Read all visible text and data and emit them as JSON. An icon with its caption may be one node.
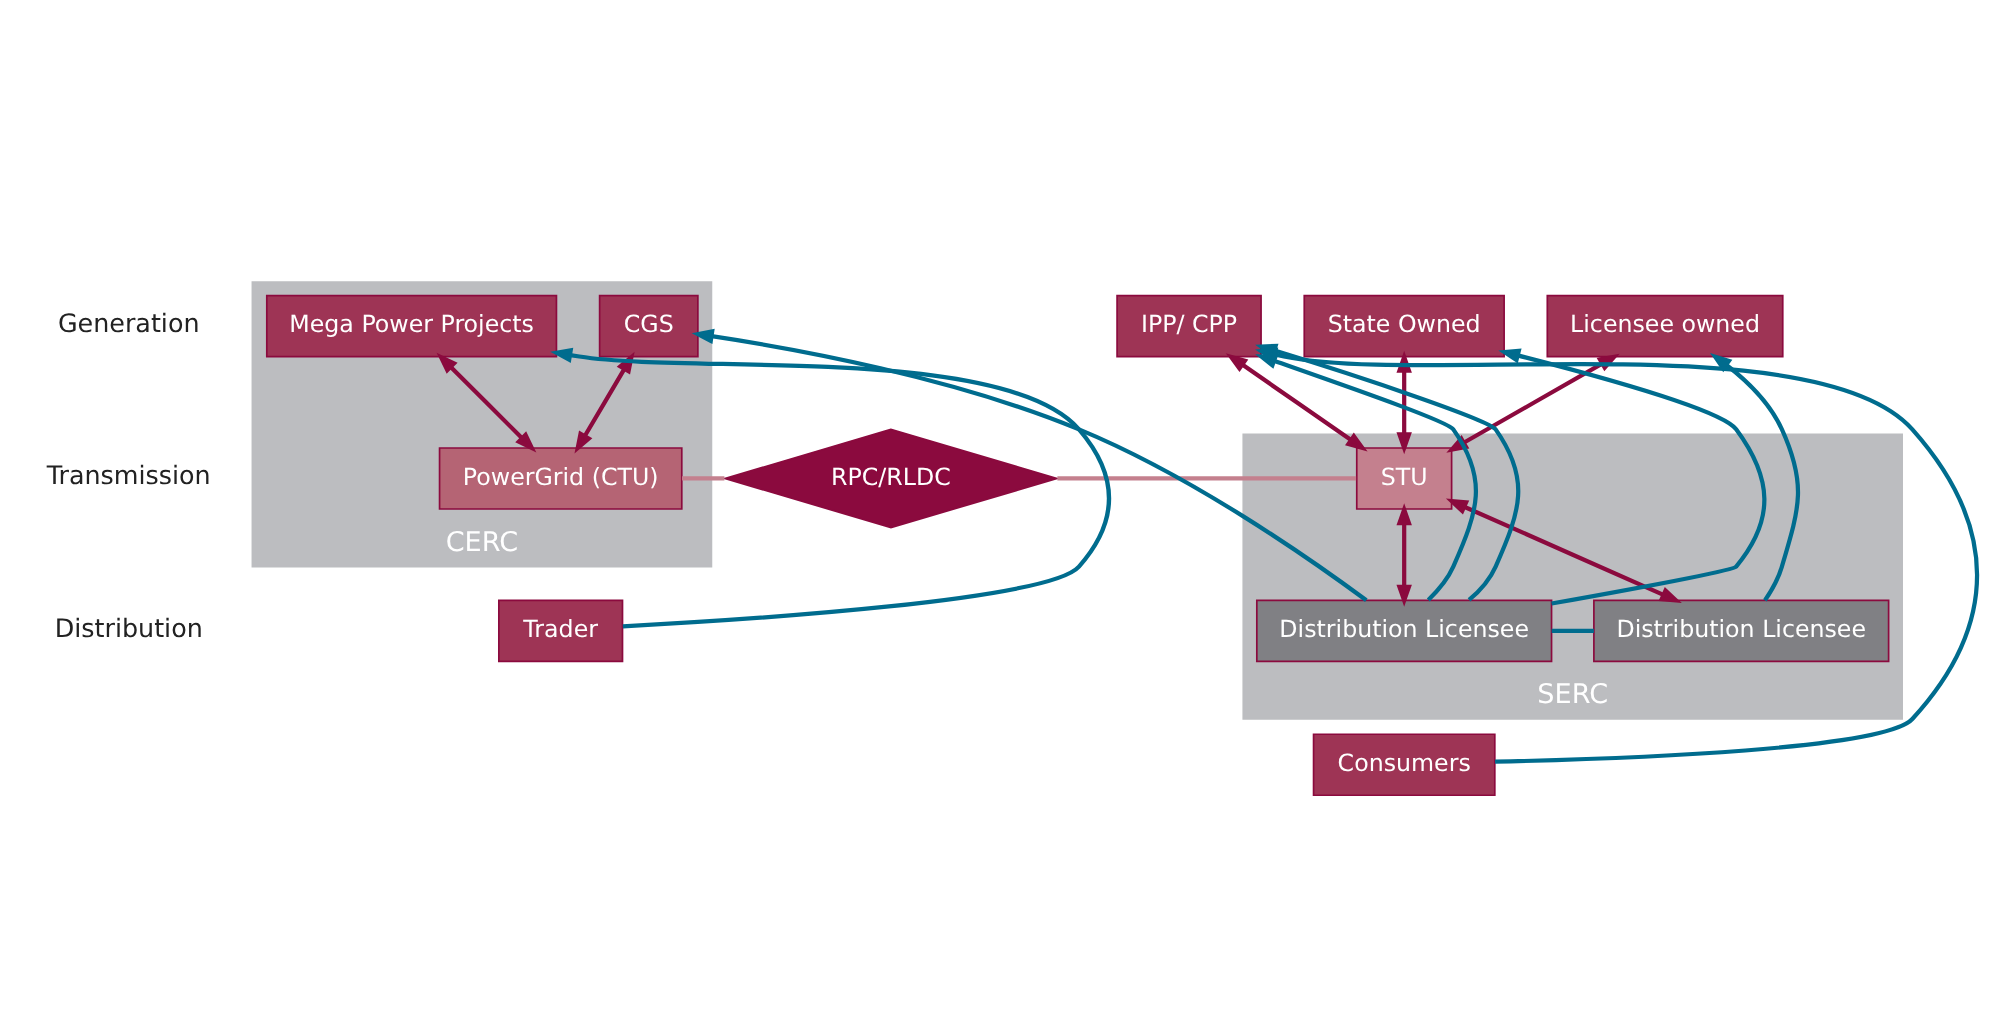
{
  "diagram": {
    "nodes": [
      {
        "text": [
          "CERC"
        ]
      },
      {
        "text": [
          "CGS"
        ],
        "in": 0
      },
      {
        "text": [
          "Mega Power Projects"
        ],
        "in": 0
      },
      {
        "text": [
          "PowerGrid (CTU)"
        ],
        "in": 0
      },
      {
        "text": [
          "IPP/ CPP"
        ]
      },
      {
        "text": [
          "State Owned"
        ]
      },
      {
        "text": [
          "Licensee owned"
        ]
      },
      {
        "text": [
          "RPC/RLDC"
        ]
      },
      {
        "text": [
          "SERC"
        ]
      },
      {
        "text": [
          "STU"
        ],
        "in": 8
      },
      {
        "text": [
          "Trader"
        ]
      },
      {
        "text": [
          "Distribution Licensee"
        ],
        "in": 8
      },
      {
        "text": [
          "Distribution Licensee"
        ],
        "in": 8
      },
      {
        "text": [
          "Consumers"
        ]
      }
    ],
    "edges": [
      {
        "from": 1,
        "to": 3,
        "arrow": "both",
        "color": "#8b0a3e"
      },
      {
        "from": 2,
        "to": 3,
        "arrow": "both",
        "color": "#8b0a3e"
      },
      {
        "from": 4,
        "to": 9,
        "arrow": "both",
        "color": "#8b0a3e"
      },
      {
        "from": 5,
        "to": 9,
        "arrow": "both",
        "color": "#8b0a3e"
      },
      {
        "from": 6,
        "to": 9,
        "arrow": "both",
        "color": "#8b0a3e"
      },
      {
        "from": 3,
        "to": 7,
        "arrow": "none",
        "color": "#c4808e"
      },
      {
        "from": 7,
        "to": 9,
        "arrow": "none",
        "color": "#c4808e"
      },
      {
        "from": 9,
        "to": 11,
        "arrow": "both",
        "color": "#8b0a3e"
      },
      {
        "from": 9,
        "to": 12,
        "arrow": "both",
        "color": "#8b0a3e"
      },
      {
        "from": 11,
        "to": 1,
        "arrow": "to"
      },
      {
        "from": 10,
        "to": 2,
        "arrow": "to"
      },
      {
        "from": 13,
        "to": 4,
        "arrow": "to"
      },
      {
        "from": 11,
        "to": 4,
        "arrow": "to"
      },
      {
        "from": 11,
        "to": 4,
        "arrow": "to"
      },
      {
        "from": 11,
        "to": 5,
        "arrow": "to"
      },
      {
        "from": 12,
        "to": 6,
        "arrow": "to"
      },
      {
        "from": 11,
        "to": 12,
        "arrow": "none"
      }
    ],
    "labels": [
      "Generation",
      "Transmission",
      "Distribution"
    ]
  }
}
